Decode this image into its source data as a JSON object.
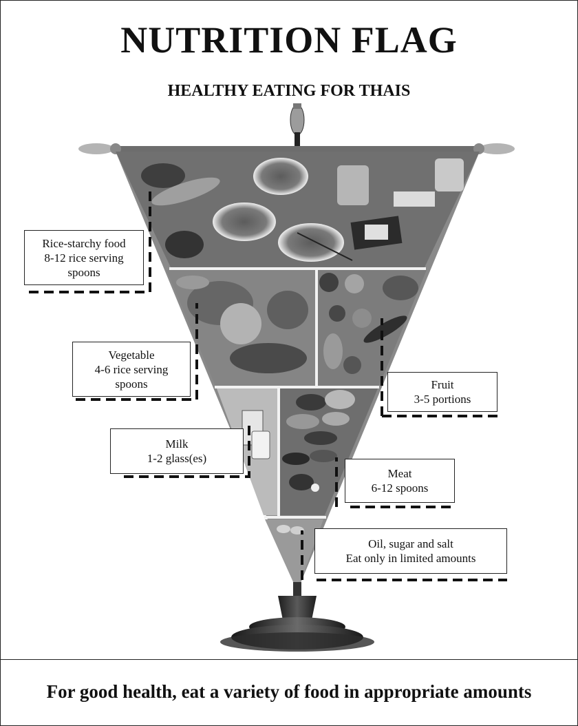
{
  "title": "NUTRITION FLAG",
  "subtitle": "HEALTHY EATING FOR THAIS",
  "footer": "For good health, eat a variety of food in appropriate amounts",
  "groups": {
    "rice": {
      "name": "Rice-starchy food",
      "amount_1": "8-12 rice serving",
      "amount_2": "spoons"
    },
    "vegetable": {
      "name": "Vegetable",
      "amount_1": "4-6 rice serving",
      "amount_2": "spoons"
    },
    "fruit": {
      "name": "Fruit",
      "amount": "3-5 portions"
    },
    "milk": {
      "name": "Milk",
      "amount": "1-2 glass(es)"
    },
    "meat": {
      "name": "Meat",
      "amount": "6-12 spoons"
    },
    "oil": {
      "name": "Oil, sugar and salt",
      "amount": "Eat only in limited amounts"
    }
  },
  "colors": {
    "flag_fill": "#8a8a8a",
    "band_divider": "#f2f2f2",
    "stand": "#3a3a3a",
    "dashed_leader": "#111111"
  }
}
